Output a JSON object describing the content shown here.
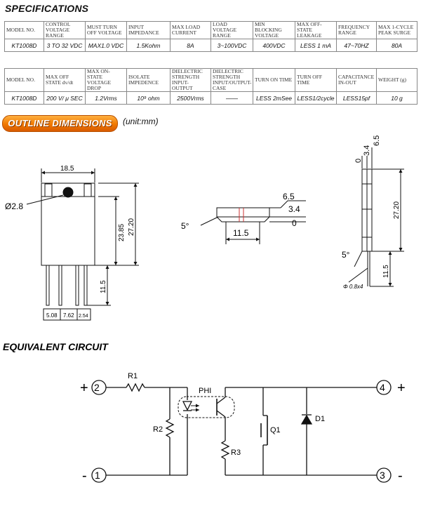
{
  "specs": {
    "title": "SPECIFICATIONS",
    "table1": {
      "headers": [
        "MODEL NO.",
        "CONTROL VOLTAGE RANGE",
        "MUST TURN OFF VOLTAGE",
        "INPUT IMPEDANCE",
        "MAX LOAD CURRENT",
        "LOAD VOLTAGE RANGE",
        "MIN BLOCKING VOLTAGE",
        "MAX OFF-STATE LEAKAGE",
        "FREQUENCY RANGE",
        "MAX 1-CYCLE PEAK SURGE"
      ],
      "row": [
        "KT1008D",
        "3 TO 32 VDC",
        "MAX1.0 VDC",
        "1.5Kohm",
        "8A",
        "3~100VDC",
        "400VDC",
        "LESS 1 mA",
        "47~70HZ",
        "80A"
      ]
    },
    "table2": {
      "headers": [
        "MODEL NO.",
        "MAX OFF STATE dv/dt",
        "MAX ON-STATE VOLTAGE DROP",
        "ISOLATE IMPEDENCE",
        "DIELECTRIC STRENGTH INPUT-OUTPUT",
        "DIELECTRIC STRENGTH INPUT/OUTPUT-CASE",
        "TURN ON TIME",
        "TURN OFF TIME",
        "CAPACITANCE IN-OUT",
        "WEIGHT (g)"
      ],
      "row": [
        "KT1008D",
        "200 V/ μ SEC",
        "1.2Vrms",
        "10⁹ ohm",
        "2500Vrms",
        "——",
        "LESS 2mSee",
        "LESS1/2cycle",
        "LESS15pf",
        "10 g"
      ]
    }
  },
  "outline": {
    "title": "OUTLINE DIMENSIONS",
    "unit": "(unit:mm)",
    "front": {
      "width": "18.5",
      "hole": "Ø2.8",
      "h1": "23.85",
      "h2": "27.20",
      "pin_len": "11.5",
      "pitch": [
        "5.08",
        "7.62",
        "2.54"
      ]
    },
    "side": {
      "angle": "5°",
      "width": "11.5",
      "d1": "6.5",
      "d2": "3.4",
      "d0": "0"
    },
    "rside": {
      "d0": "0",
      "d1": "3.4",
      "d2": "6.5",
      "height": "27.20",
      "pin_len": "11.5",
      "angle": "5°",
      "pins": "Φ 0.8x4"
    }
  },
  "circuit": {
    "title": "EQUIVALENT  CIRCUIT",
    "labels": {
      "r1": "R1",
      "r2": "R2",
      "r3": "R3",
      "phi": "PHI",
      "q1": "Q1",
      "d1": "D1"
    },
    "terminals": {
      "t2": "2",
      "t1": "1",
      "t4": "4",
      "t3": "3"
    },
    "signs": {
      "plus": "+",
      "minus": "-"
    }
  }
}
